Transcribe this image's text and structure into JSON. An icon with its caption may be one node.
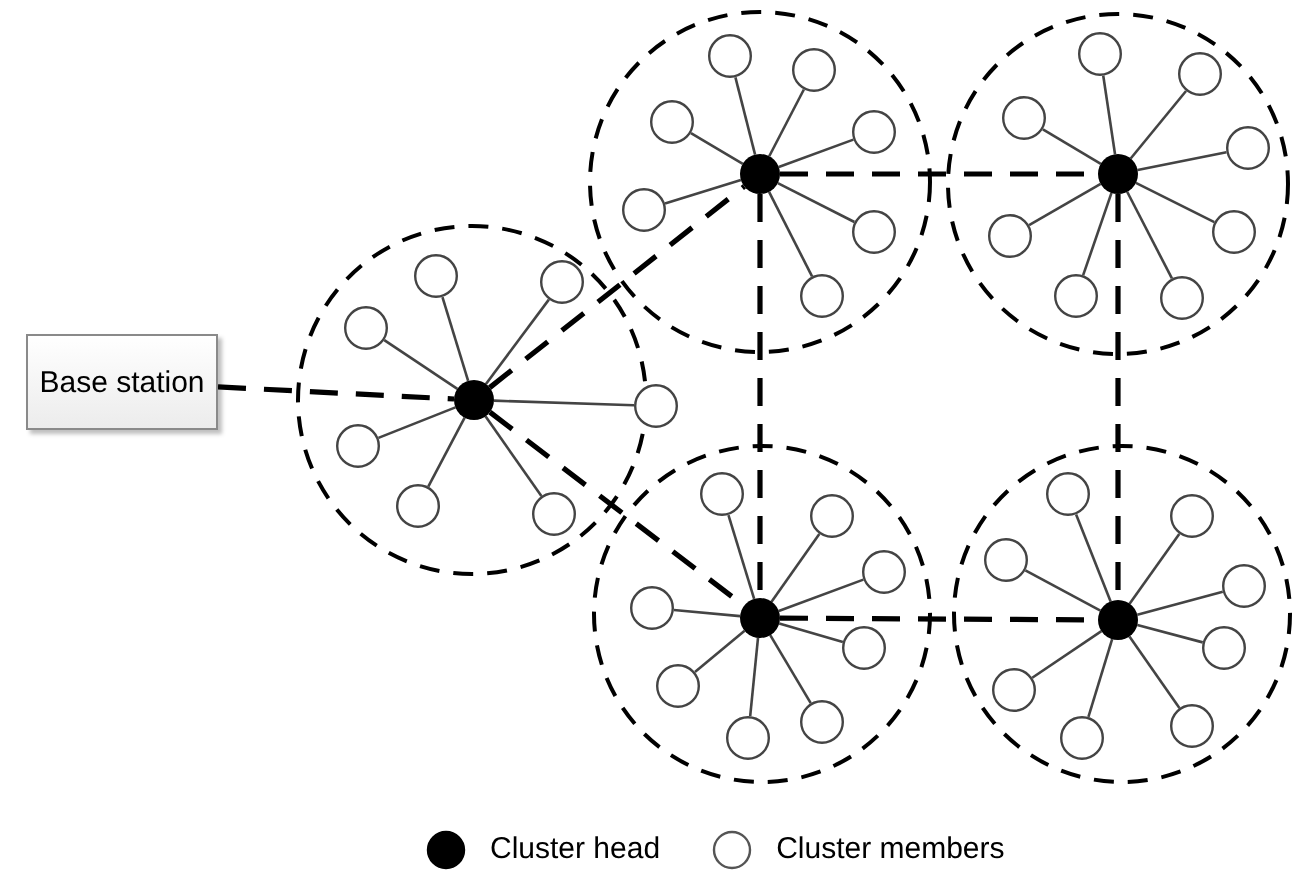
{
  "diagram": {
    "nodes": [
      {
        "text": [
          "Base station"
        ]
      },
      {
        "text": [],
        "shape": "circle"
      },
      {
        "text": [],
        "shape": "dot",
        "in": 1
      },
      {
        "text": [],
        "shape": "circle",
        "in": 1
      },
      {
        "text": [],
        "shape": "circle",
        "in": 1
      },
      {
        "text": [],
        "shape": "circle",
        "in": 1
      },
      {
        "text": [],
        "shape": "circle"
      },
      {
        "text": [],
        "shape": "circle",
        "in": 1
      },
      {
        "text": [],
        "shape": "circle",
        "in": 1
      },
      {
        "text": [],
        "shape": "circle",
        "in": 1
      },
      {
        "text": [],
        "shape": "circle"
      },
      {
        "text": [],
        "shape": "dot",
        "in": 10
      },
      {
        "text": [],
        "shape": "circle",
        "in": 10
      },
      {
        "text": [],
        "shape": "circle",
        "in": 10
      },
      {
        "text": [],
        "shape": "circle",
        "in": 10
      },
      {
        "text": [],
        "shape": "circle",
        "in": 10
      },
      {
        "text": [],
        "shape": "circle",
        "in": 10
      },
      {
        "text": [],
        "shape": "circle",
        "in": 10
      },
      {
        "text": [],
        "shape": "circle",
        "in": 10
      },
      {
        "text": [],
        "shape": "circle"
      },
      {
        "text": [],
        "shape": "dot",
        "in": 19
      },
      {
        "text": [],
        "shape": "circle",
        "in": 19
      },
      {
        "text": [],
        "shape": "circle",
        "in": 19
      },
      {
        "text": [],
        "shape": "circle",
        "in": 19
      },
      {
        "text": [],
        "shape": "circle",
        "in": 19
      },
      {
        "text": [],
        "shape": "circle",
        "in": 19
      },
      {
        "text": [],
        "shape": "circle",
        "in": 19
      },
      {
        "text": [],
        "shape": "circle",
        "in": 19
      },
      {
        "text": [],
        "shape": "circle",
        "in": 19
      },
      {
        "text": [],
        "shape": "circle"
      },
      {
        "text": [],
        "shape": "dot",
        "in": 29
      },
      {
        "text": [],
        "shape": "circle",
        "in": 29
      },
      {
        "text": [],
        "shape": "circle",
        "in": 29
      },
      {
        "text": [],
        "shape": "circle",
        "in": 29
      },
      {
        "text": [],
        "shape": "circle",
        "in": 29
      },
      {
        "text": [],
        "shape": "circle",
        "in": 29
      },
      {
        "text": [],
        "shape": "circle",
        "in": 29
      },
      {
        "text": [],
        "shape": "circle",
        "in": 29
      },
      {
        "text": [],
        "shape": "circle",
        "in": 29
      },
      {
        "text": [],
        "shape": "circle"
      },
      {
        "text": [],
        "shape": "dot",
        "in": 39
      },
      {
        "text": [],
        "shape": "circle",
        "in": 39
      },
      {
        "text": [],
        "shape": "circle",
        "in": 39
      },
      {
        "text": [],
        "shape": "circle",
        "in": 39
      },
      {
        "text": [],
        "shape": "circle",
        "in": 39
      },
      {
        "text": [],
        "shape": "circle",
        "in": 39
      },
      {
        "text": [],
        "shape": "circle",
        "in": 39
      },
      {
        "text": [],
        "shape": "circle",
        "in": 39
      },
      {
        "text": [],
        "shape": "circle",
        "in": 39
      }
    ],
    "edges": [
      {
        "from": 0,
        "to": 2,
        "arrow": "none",
        "style": "dashed"
      },
      {
        "from": 2,
        "to": 11,
        "arrow": "none",
        "style": "dashed"
      },
      {
        "from": 2,
        "to": 30,
        "arrow": "none",
        "style": "dashed"
      },
      {
        "from": 11,
        "to": 20,
        "arrow": "none",
        "style": "dashed"
      },
      {
        "from": 11,
        "to": 30,
        "arrow": "none",
        "style": "dashed"
      },
      {
        "from": 20,
        "to": 40,
        "arrow": "none",
        "style": "dashed"
      },
      {
        "from": 30,
        "to": 40,
        "arrow": "none",
        "style": "dashed"
      },
      {
        "from": 2,
        "to": 3,
        "arrow": "none"
      },
      {
        "from": 2,
        "to": 4,
        "arrow": "none"
      },
      {
        "from": 2,
        "to": 5,
        "arrow": "none"
      },
      {
        "from": 2,
        "to": 6,
        "arrow": "none"
      },
      {
        "from": 2,
        "to": 7,
        "arrow": "none"
      },
      {
        "from": 2,
        "to": 8,
        "arrow": "none"
      },
      {
        "from": 2,
        "to": 9,
        "arrow": "none"
      },
      {
        "from": 11,
        "to": 12,
        "arrow": "none"
      },
      {
        "from": 11,
        "to": 13,
        "arrow": "none"
      },
      {
        "from": 11,
        "to": 14,
        "arrow": "none"
      },
      {
        "from": 11,
        "to": 15,
        "arrow": "none"
      },
      {
        "from": 11,
        "to": 16,
        "arrow": "none"
      },
      {
        "from": 11,
        "to": 17,
        "arrow": "none"
      },
      {
        "from": 11,
        "to": 18,
        "arrow": "none"
      },
      {
        "from": 20,
        "to": 21,
        "arrow": "none"
      },
      {
        "from": 20,
        "to": 22,
        "arrow": "none"
      },
      {
        "from": 20,
        "to": 23,
        "arrow": "none"
      },
      {
        "from": 20,
        "to": 24,
        "arrow": "none"
      },
      {
        "from": 20,
        "to": 25,
        "arrow": "none"
      },
      {
        "from": 20,
        "to": 26,
        "arrow": "none"
      },
      {
        "from": 20,
        "to": 27,
        "arrow": "none"
      },
      {
        "from": 20,
        "to": 28,
        "arrow": "none"
      },
      {
        "from": 30,
        "to": 31,
        "arrow": "none"
      },
      {
        "from": 30,
        "to": 32,
        "arrow": "none"
      },
      {
        "from": 30,
        "to": 33,
        "arrow": "none"
      },
      {
        "from": 30,
        "to": 34,
        "arrow": "none"
      },
      {
        "from": 30,
        "to": 35,
        "arrow": "none"
      },
      {
        "from": 30,
        "to": 36,
        "arrow": "none"
      },
      {
        "from": 30,
        "to": 37,
        "arrow": "none"
      },
      {
        "from": 30,
        "to": 38,
        "arrow": "none"
      },
      {
        "from": 40,
        "to": 41,
        "arrow": "none"
      },
      {
        "from": 40,
        "to": 42,
        "arrow": "none"
      },
      {
        "from": 40,
        "to": 43,
        "arrow": "none"
      },
      {
        "from": 40,
        "to": 44,
        "arrow": "none"
      },
      {
        "from": 40,
        "to": 45,
        "arrow": "none"
      },
      {
        "from": 40,
        "to": 46,
        "arrow": "none"
      },
      {
        "from": 40,
        "to": 47,
        "arrow": "none"
      },
      {
        "from": 40,
        "to": 48,
        "arrow": "none"
      }
    ],
    "legend": [
      {
        "text": "Cluster head"
      },
      {
        "text": "Cluster members"
      }
    ]
  }
}
